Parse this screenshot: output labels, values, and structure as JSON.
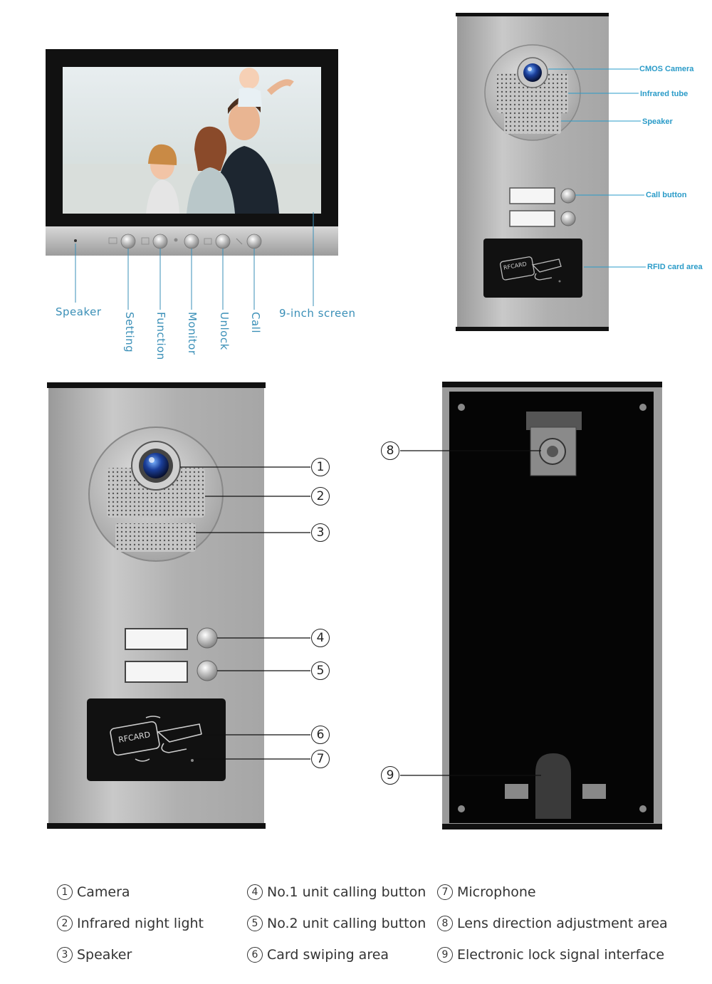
{
  "monitor": {
    "labels": {
      "speaker": "Speaker",
      "setting": "Setting",
      "function": "Function",
      "monitor": "Monitor",
      "unlock": "Unlock",
      "call": "Call",
      "screen": "9-inch screen"
    }
  },
  "outdoor_small": {
    "labels": {
      "camera": "CMOS Camera",
      "infrared": "Infrared tube",
      "speaker": "Speaker",
      "call_button": "Call button",
      "rfid": "RFID card area"
    },
    "card_text": "RFCARD"
  },
  "outdoor_large": {
    "card_text": "RFCARD",
    "callouts": [
      "1",
      "2",
      "3",
      "4",
      "5",
      "6",
      "7"
    ]
  },
  "back_panel": {
    "callouts": [
      "8",
      "9"
    ]
  },
  "legend": [
    {
      "num": "1",
      "text": "Camera"
    },
    {
      "num": "2",
      "text": "Infrared night light"
    },
    {
      "num": "3",
      "text": "Speaker"
    },
    {
      "num": "4",
      "text": "No.1 unit calling button"
    },
    {
      "num": "5",
      "text": "No.2 unit calling button"
    },
    {
      "num": "6",
      "text": "Card swiping area"
    },
    {
      "num": "7",
      "text": "Microphone"
    },
    {
      "num": "8",
      "text": "Lens direction adjustment area"
    },
    {
      "num": "9",
      "text": "Electronic lock signal interface"
    }
  ],
  "colors": {
    "label": "#3a8fb7",
    "panel": "#b8b8b8",
    "dark": "#111111"
  }
}
